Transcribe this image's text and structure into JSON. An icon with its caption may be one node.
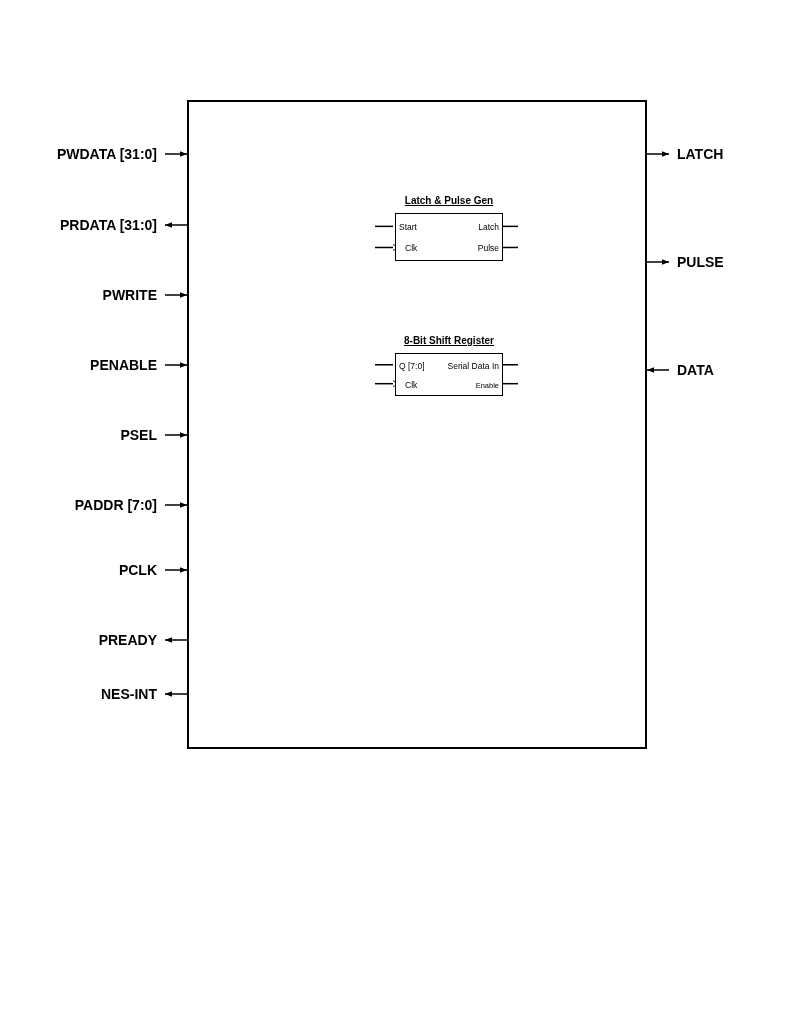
{
  "diagram": {
    "nodes": [
      {
        "text": [],
        "shape": "box"
      },
      {
        "text": [
          "PWDATA [31:0]"
        ]
      },
      {
        "text": [
          "PRDATA [31:0]"
        ]
      },
      {
        "text": [
          "PWRITE"
        ]
      },
      {
        "text": [
          "PENABLE"
        ]
      },
      {
        "text": [
          "PSEL"
        ]
      },
      {
        "text": [
          "PADDR [7:0]"
        ]
      },
      {
        "text": [
          "PCLK"
        ]
      },
      {
        "text": [
          "PREADY"
        ]
      },
      {
        "text": [
          "NES-INT"
        ]
      },
      {
        "text": [
          "LATCH"
        ]
      },
      {
        "text": [
          "PULSE"
        ]
      },
      {
        "text": [
          "DATA"
        ]
      },
      {
        "text": [
          "Latch & Pulse Gen",
          "Start",
          "Clk",
          "Latch",
          "Pulse"
        ],
        "in": 0
      },
      {
        "text": [
          "8-Bit Shift Register",
          "Q [7:0]",
          "Clk",
          "Serial Data In",
          "Enable"
        ],
        "in": 0
      }
    ],
    "edges": [
      {
        "from": 1,
        "to": 0,
        "arrow": "to"
      },
      {
        "from": 0,
        "to": 2,
        "arrow": "to"
      },
      {
        "from": 3,
        "to": 0,
        "arrow": "to"
      },
      {
        "from": 4,
        "to": 0,
        "arrow": "to"
      },
      {
        "from": 5,
        "to": 0,
        "arrow": "to"
      },
      {
        "from": 6,
        "to": 0,
        "arrow": "to"
      },
      {
        "from": 7,
        "to": 0,
        "arrow": "to"
      },
      {
        "from": 0,
        "to": 8,
        "arrow": "to"
      },
      {
        "from": 0,
        "to": 9,
        "arrow": "to"
      },
      {
        "from": 0,
        "to": 10,
        "arrow": "to"
      },
      {
        "from": 0,
        "to": 11,
        "arrow": "to"
      },
      {
        "from": 12,
        "to": 0,
        "arrow": "to"
      },
      {
        "from": null,
        "to": 13,
        "arrow": "none"
      },
      {
        "from": null,
        "to": 13,
        "arrow": "to"
      },
      {
        "from": null,
        "to": 13,
        "arrow": "none"
      },
      {
        "from": null,
        "to": 13,
        "arrow": "none"
      },
      {
        "from": null,
        "to": 14,
        "arrow": "none"
      },
      {
        "from": null,
        "to": 14,
        "arrow": "to"
      },
      {
        "from": null,
        "to": 14,
        "arrow": "none"
      },
      {
        "from": null,
        "to": 14,
        "arrow": "none"
      }
    ]
  }
}
